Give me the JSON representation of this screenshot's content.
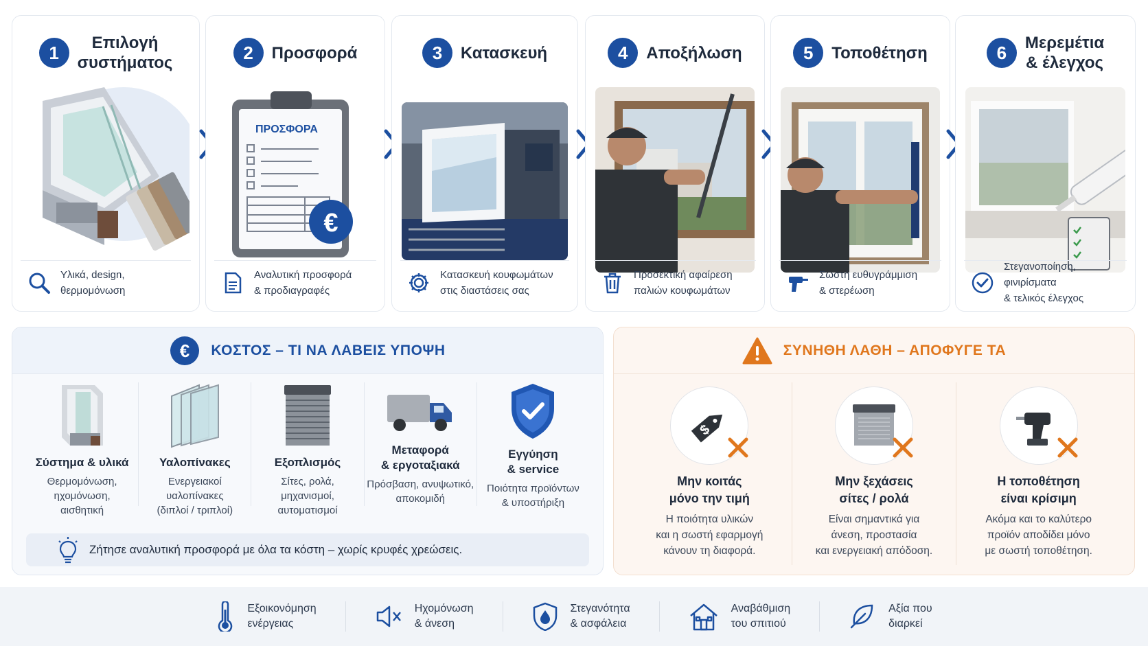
{
  "steps": [
    {
      "num": "1",
      "title": "Επιλογή\nσυστήματος",
      "icon": "search-icon",
      "desc": "Υλικά, design,\nθερμομόνωση"
    },
    {
      "num": "2",
      "title": "Προσφορά",
      "icon": "document-icon",
      "desc": "Αναλυτική προσφορά\n& προδιαγραφές",
      "image_text": "ΠΡΟΣΦΟΡΑ"
    },
    {
      "num": "3",
      "title": "Κατασκευή",
      "icon": "gear-icon",
      "desc": "Κατασκευή κουφωμάτων\nστις διαστάσεις σας"
    },
    {
      "num": "4",
      "title": "Αποξήλωση",
      "icon": "trash-icon",
      "desc": "Προσεκτική αφαίρεση\nπαλιών κουφωμάτων"
    },
    {
      "num": "5",
      "title": "Τοποθέτηση",
      "icon": "drill-icon",
      "desc": "Σωστή ευθυγράμμιση\n& στερέωση"
    },
    {
      "num": "6",
      "title": "Μερεμέτια\n& έλεγχος",
      "icon": "check-circle-icon",
      "desc": "Στεγανοποίηση, φινιρίσματα\n& τελικός έλεγχος"
    }
  ],
  "cost": {
    "title": "ΚΟΣΤΟΣ – ΤΙ ΝΑ ΛΑΒΕΙΣ ΥΠΟΨΗ",
    "items": [
      {
        "title": "Σύστημα & υλικά",
        "desc": "Θερμομόνωση,\nηχομόνωση,\nαισθητική",
        "icon": "window-profile-icon"
      },
      {
        "title": "Υαλοπίνακες",
        "desc": "Ενεργειακοί\nυαλοπίνακες\n(διπλοί / τριπλοί)",
        "icon": "glass-panes-icon"
      },
      {
        "title": "Εξοπλισμός",
        "desc": "Σίτες, ρολά,\nμηχανισμοί,\nαυτοματισμοί",
        "icon": "roller-shutter-icon"
      },
      {
        "title": "Μεταφορά\n& εργοταξιακά",
        "desc": "Πρόσβαση, ανυψωτικό,\nαποκομιδή",
        "icon": "truck-icon"
      },
      {
        "title": "Εγγύηση\n& service",
        "desc": "Ποιότητα προϊόντων\n& υποστήριξη",
        "icon": "shield-check-icon"
      }
    ],
    "tip": "Ζήτησε αναλυτική προσφορά με όλα τα κόστη – χωρίς κρυφές χρεώσεις."
  },
  "mistakes": {
    "title": "ΣΥΝΗΘΗ ΛΑΘΗ – ΑΠΟΦΥΓΕ ΤΑ",
    "items": [
      {
        "title": "Μην κοιτάς\nμόνο την τιμή",
        "desc": "Η ποιότητα υλικών\nκαι η σωστή εφαρμογή\nκάνουν τη διαφορά.",
        "icon": "price-tag-icon"
      },
      {
        "title": "Μην ξεχάσεις\nσίτες / ρολά",
        "desc": "Είναι σημαντικά για\nάνεση, προστασία\nκαι ενεργειακή απόδοση.",
        "icon": "screen-shutter-icon"
      },
      {
        "title": "Η τοποθέτηση\nείναι κρίσιμη",
        "desc": "Ακόμα και το καλύτερο\nπροϊόν αποδίδει μόνο\nμε σωστή τοποθέτηση.",
        "icon": "drill-icon"
      }
    ]
  },
  "benefits": [
    {
      "label": "Εξοικονόμηση\nενέργειας",
      "icon": "thermometer-icon"
    },
    {
      "label": "Ηχομόνωση\n& άνεση",
      "icon": "speaker-mute-icon"
    },
    {
      "label": "Στεγανότητα\n& ασφάλεια",
      "icon": "shield-drop-icon"
    },
    {
      "label": "Αναβάθμιση\nτου σπιτιού",
      "icon": "house-icon"
    },
    {
      "label": "Αξία που\nδιαρκεί",
      "icon": "leaf-icon"
    }
  ],
  "colors": {
    "primary": "#1c4fa0",
    "warning": "#e0771d"
  }
}
